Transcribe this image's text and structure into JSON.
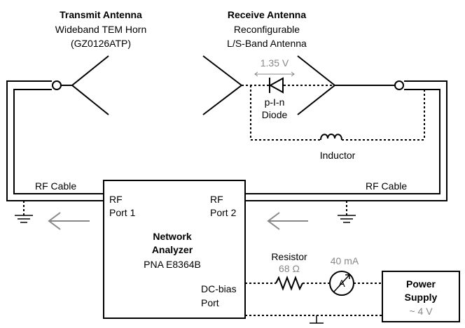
{
  "transmit": {
    "title": "Transmit Antenna",
    "line1": "Wideband TEM Horn",
    "line2": "(GZ0126ATP)"
  },
  "receive": {
    "title": "Receive Antenna",
    "line1": "Reconfigurable",
    "line2": "L/S-Band Antenna"
  },
  "bias_voltage": "1.35 V",
  "diode": {
    "line1": "p-I-n",
    "line2": "Diode"
  },
  "inductor": "Inductor",
  "cable_left": "RF Cable",
  "cable_right": "RF Cable",
  "analyzer": {
    "port1_a": "RF",
    "port1_b": "Port 1",
    "port2_a": "RF",
    "port2_b": "Port 2",
    "title1": "Network",
    "title2": "Analyzer",
    "model": "PNA E8364B",
    "dc_a": "DC-bias",
    "dc_b": "Port"
  },
  "resistor": {
    "label": "Resistor",
    "value": "68 Ω"
  },
  "current": "40 mA",
  "ammeter_symbol": "A",
  "power_supply": {
    "line1": "Power",
    "line2": "Supply",
    "voltage": "~ 4 V"
  }
}
